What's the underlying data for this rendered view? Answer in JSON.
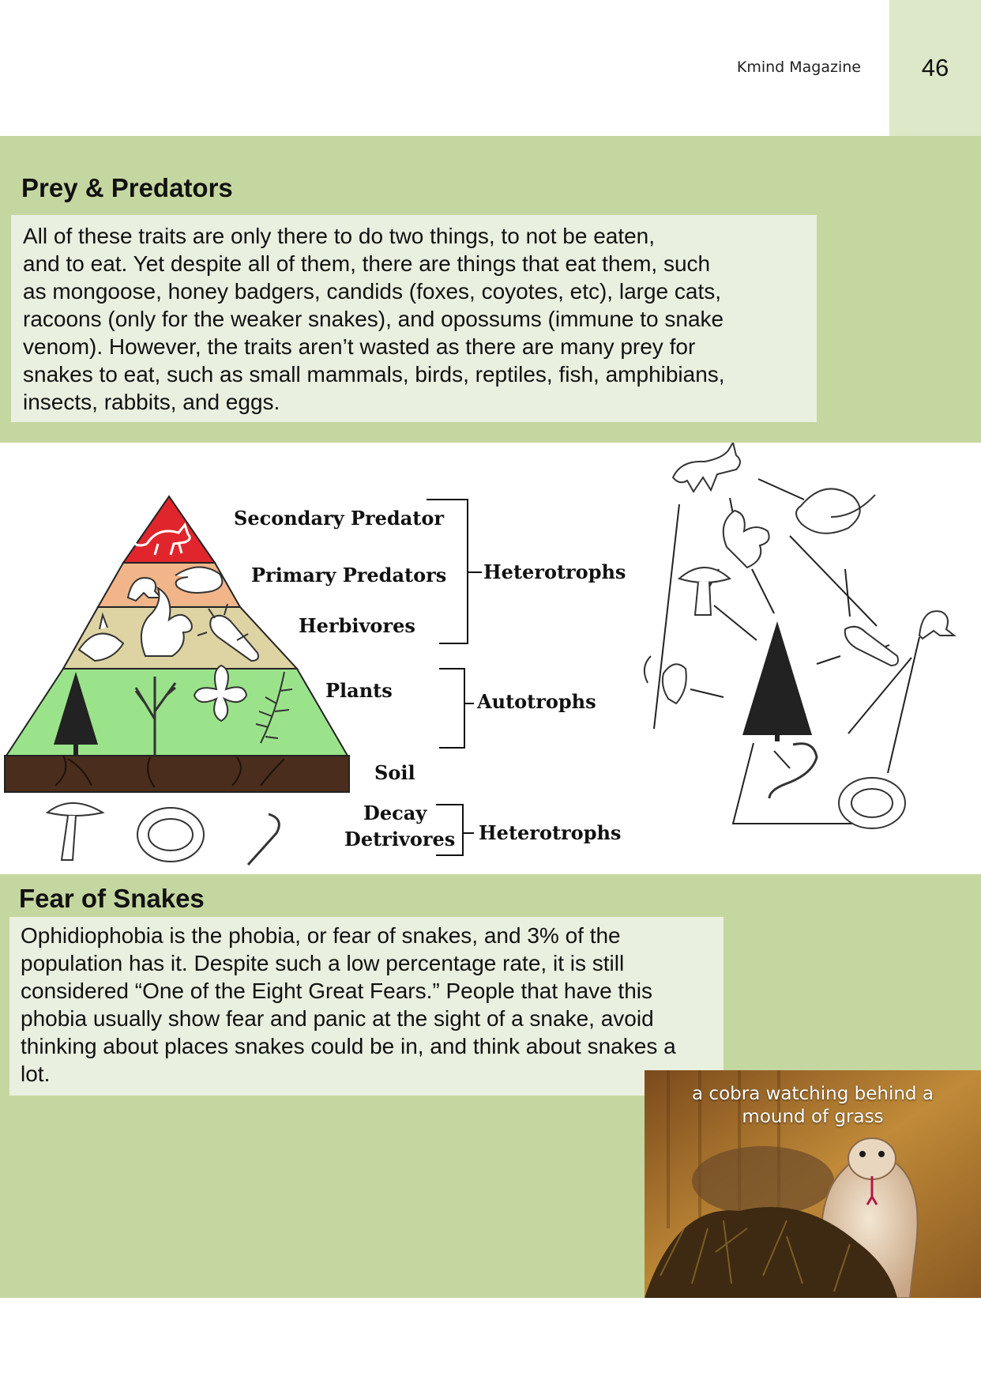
{
  "header": {
    "magazine": "Kmind Magazine",
    "page_number": "46"
  },
  "prey_predators": {
    "title": "Prey & Predators",
    "lines": [
      "All of these traits are only there to do two things, to not be eaten,",
      "and to eat. Yet despite all of them, there are things that eat them, such",
      "as mongoose, honey badgers, candids (foxes, coyotes, etc), large cats,",
      "racoons (only for the weaker snakes), and opossums (immune to snake",
      "venom). However, the traits aren’t wasted as there are many prey for",
      "snakes to eat, such as small mammals, birds, reptiles, fish, amphibians,",
      "insects, rabbits, and eggs."
    ]
  },
  "diagram": {
    "levels": [
      "Secondary Predator",
      "Primary Predators",
      "Herbivores",
      "Plants",
      "Soil"
    ],
    "decay_lines": [
      "Decay",
      "Detrivores"
    ],
    "groups": [
      "Heterotrophs",
      "Autotrophs",
      "Heterotrophs"
    ]
  },
  "fear_of_snakes": {
    "title": "Fear of Snakes",
    "lines": [
      "Ophidiophobia is the phobia, or fear of snakes, and 3% of the",
      "population has it. Despite such a low percentage rate, it is still",
      "considered “One of the Eight Great Fears.” People that have this",
      "phobia usually show fear and panic at the sight of a snake, avoid",
      "thinking about places snakes could be in, and think about snakes a",
      "lot."
    ]
  },
  "photo": {
    "caption_lines": [
      "a cobra watching behind a",
      "mound of grass"
    ]
  },
  "colors": {
    "band": "#c5d7a0",
    "text_box": "#eaf0e0",
    "header_tab": "#dde8c8",
    "apex": "#e0262c",
    "primary": "#f2b58a",
    "herbivore": "#ddd3a3",
    "plants": "#9be38a",
    "soil": "#4a2d1c"
  }
}
